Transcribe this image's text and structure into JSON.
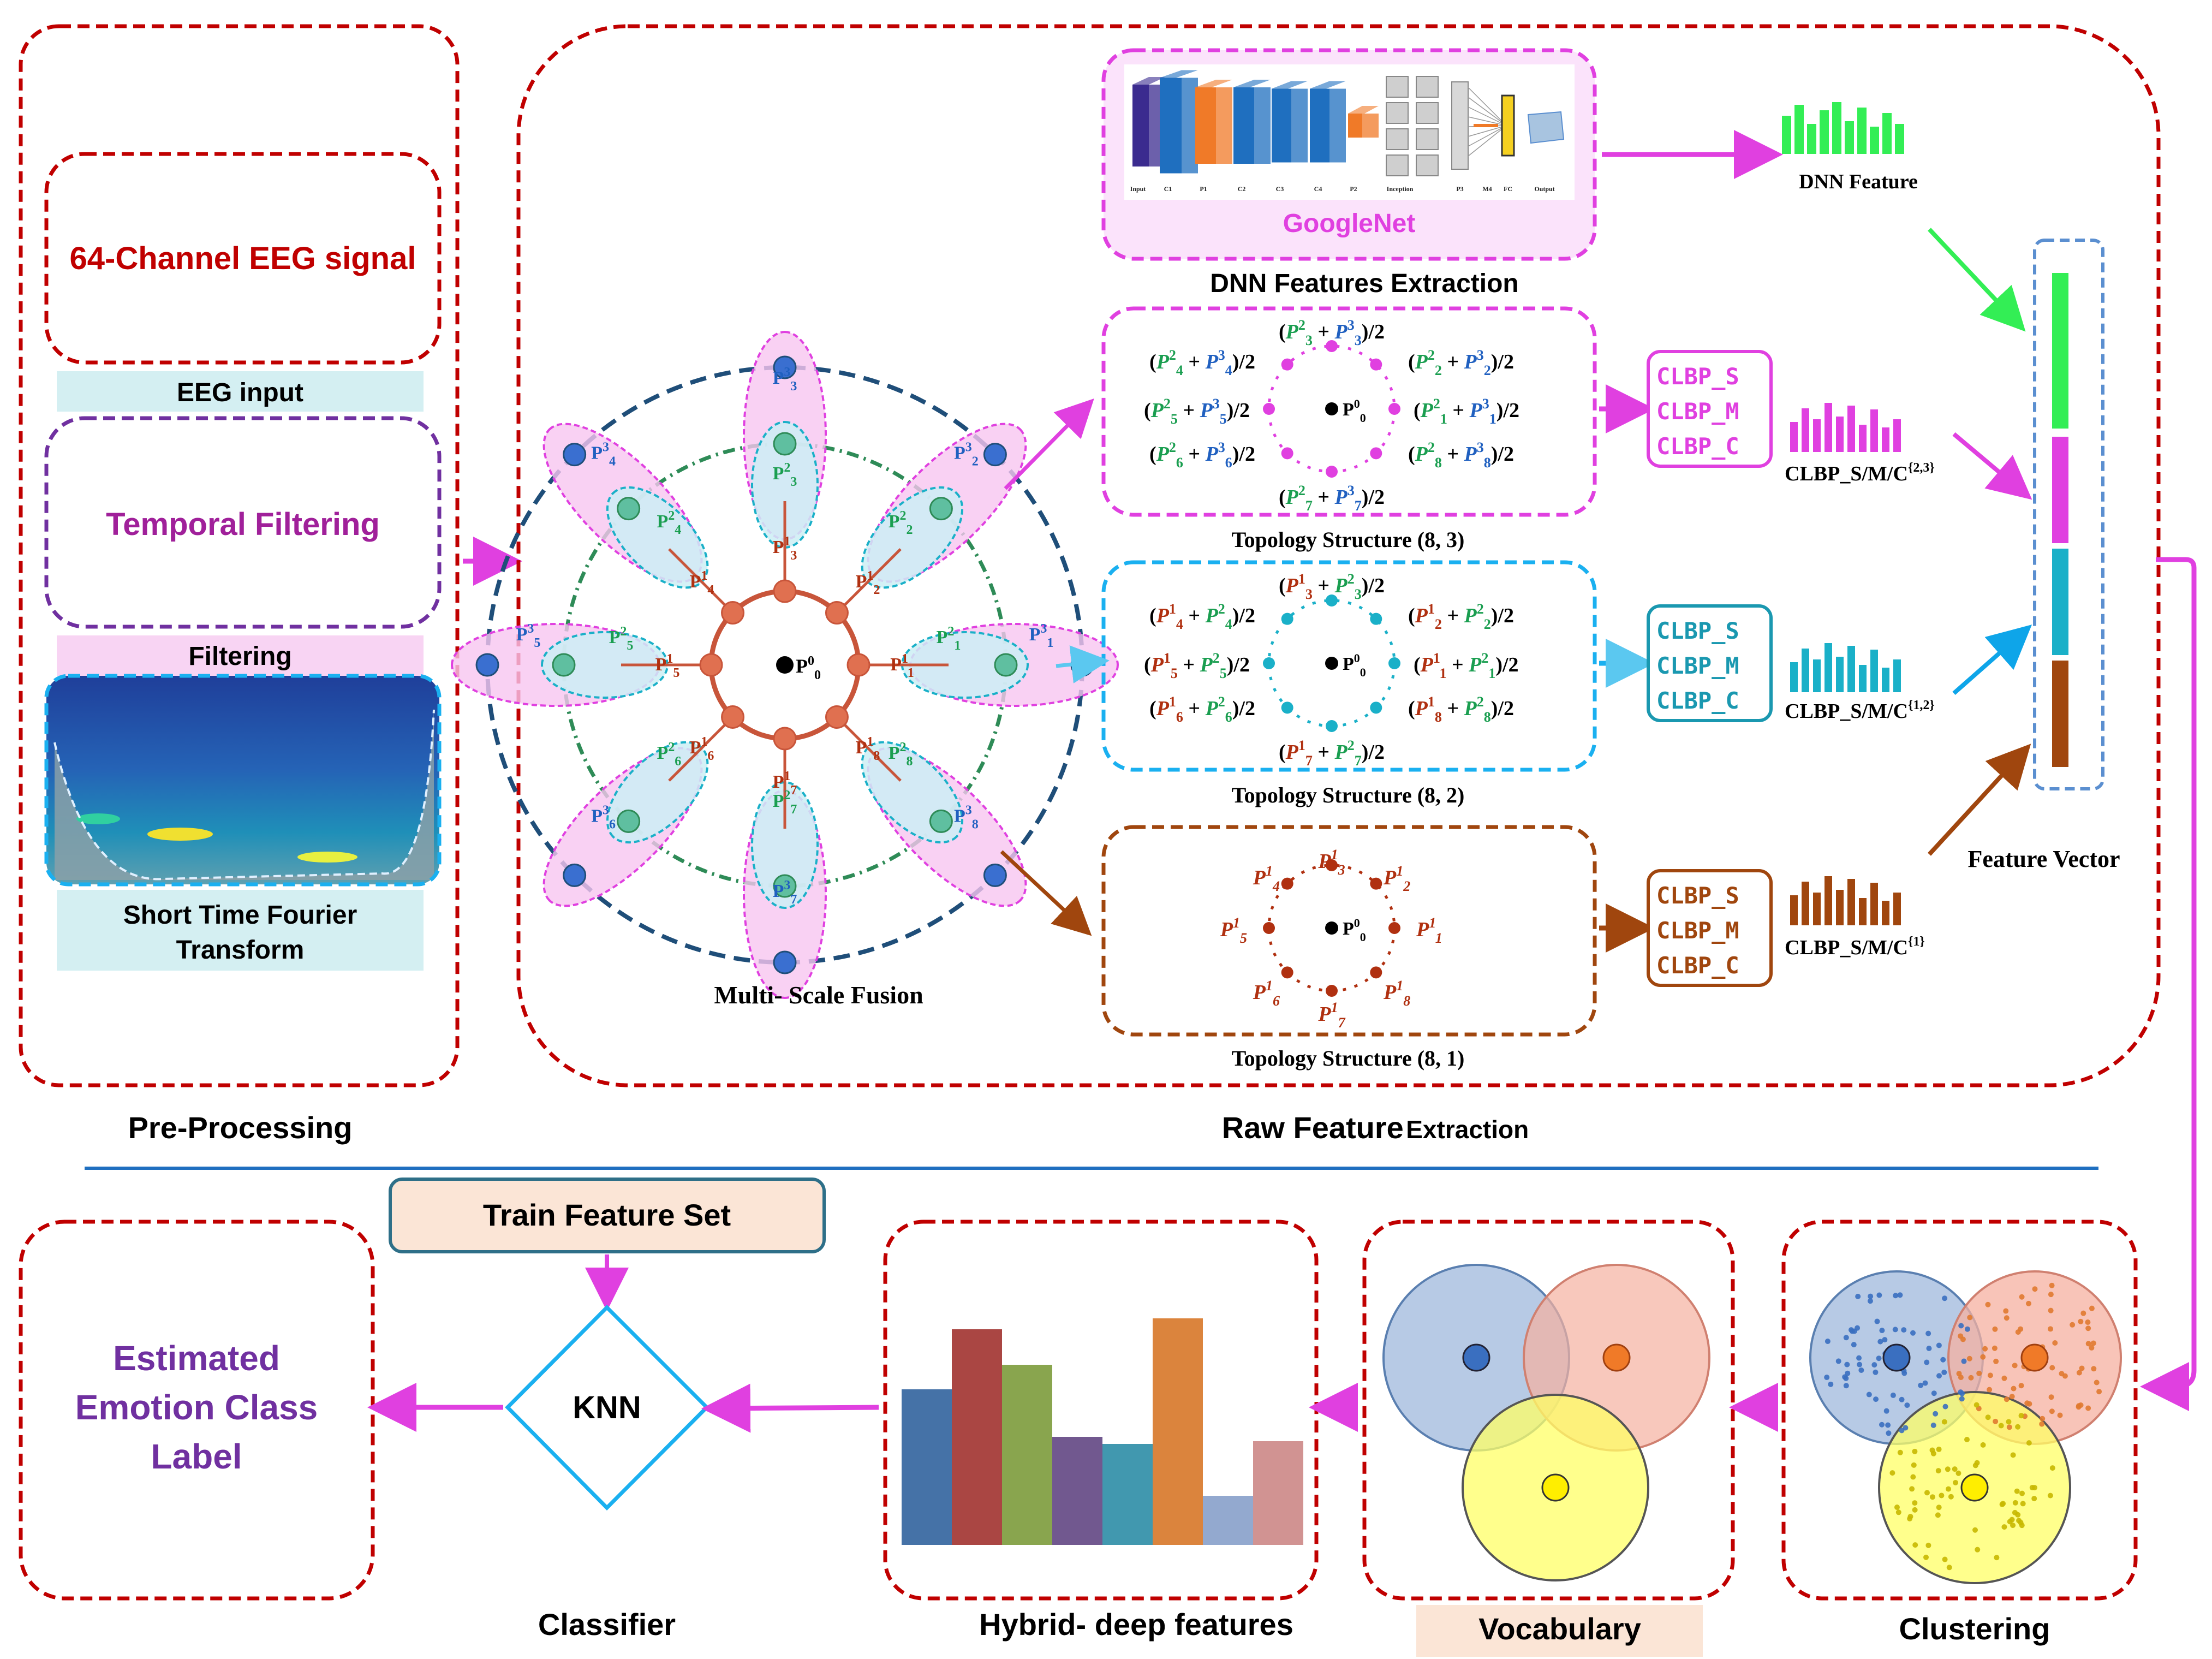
{
  "preprocessing": {
    "eeg_signal": "64-Channel EEG signal",
    "eeg_input": "EEG input",
    "temporal_filtering": "Temporal Filtering",
    "filtering": "Filtering",
    "stft_line1": "Short Time Fourier",
    "stft_line2": "Transform",
    "section_title": "Pre-Processing"
  },
  "raw_feature": {
    "section_title_a": "Raw Feature",
    "section_title_b": "Extraction",
    "multiscale_label": "Multi- Scale  Fusion",
    "googlenet": "GoogleNet",
    "dnn_extraction": "DNN Features Extraction",
    "dnn_feature": "DNN Feature",
    "cnn_layers": [
      "Input",
      "C1",
      "P1",
      "C2",
      "C3",
      "C4",
      "P2",
      "Inception",
      "P3",
      "M4",
      "FC",
      "Output"
    ],
    "center_point": "P0",
    "feature_vector": "Feature Vector",
    "clbp_labels": [
      "CLBP_S",
      "CLBP_M",
      "CLBP_C"
    ],
    "topologies": [
      {
        "title": "Topology Structure (8, 3)",
        "hist_label": "CLBP_S/M/C",
        "hist_sup": "{2,3}",
        "pairs": [
          {
            "a": "P",
            "a_sup": "2",
            "a_sub": "3",
            "b": "P",
            "b_sup": "3",
            "b_sub": "3",
            "div": ")/2"
          },
          {
            "a": "P",
            "a_sup": "2",
            "a_sub": "2",
            "b": "P",
            "b_sup": "3",
            "b_sub": "2",
            "div": ")/2"
          },
          {
            "a": "P",
            "a_sup": "2",
            "a_sub": "1",
            "b": "P",
            "b_sup": "3",
            "b_sub": "1",
            "div": ")/2"
          },
          {
            "a": "P",
            "a_sup": "2",
            "a_sub": "8",
            "b": "P",
            "b_sup": "3",
            "b_sub": "8",
            "div": ")/2"
          },
          {
            "a": "P",
            "a_sup": "2",
            "a_sub": "7",
            "b": "P",
            "b_sup": "3",
            "b_sub": "7",
            "div": ")/2"
          },
          {
            "a": "P",
            "a_sup": "2",
            "a_sub": "6",
            "b": "P",
            "b_sup": "3",
            "b_sub": "6",
            "div": ")/2"
          },
          {
            "a": "P",
            "a_sup": "2",
            "a_sub": "5",
            "b": "P",
            "b_sup": "3",
            "b_sub": "5",
            "div": ")/2"
          },
          {
            "a": "P",
            "a_sup": "2",
            "a_sub": "4",
            "b": "P",
            "b_sup": "3",
            "b_sub": "4",
            "div": ")/2"
          }
        ]
      },
      {
        "title": "Topology Structure (8, 2)",
        "hist_label": "CLBP_S/M/C",
        "hist_sup": "{1,2}",
        "pairs": [
          {
            "a": "P",
            "a_sup": "1",
            "a_sub": "3",
            "b": "P",
            "b_sup": "2",
            "b_sub": "3",
            "div": ")/2"
          },
          {
            "a": "P",
            "a_sup": "1",
            "a_sub": "2",
            "b": "P",
            "b_sup": "2",
            "b_sub": "2",
            "div": ")/2"
          },
          {
            "a": "P",
            "a_sup": "1",
            "a_sub": "1",
            "b": "P",
            "b_sup": "2",
            "b_sub": "1",
            "div": ")/2"
          },
          {
            "a": "P",
            "a_sup": "1",
            "a_sub": "8",
            "b": "P",
            "b_sup": "2",
            "b_sub": "8",
            "div": ")/2"
          },
          {
            "a": "P",
            "a_sup": "1",
            "a_sub": "7",
            "b": "P",
            "b_sup": "2",
            "b_sub": "7",
            "div": ")/2"
          },
          {
            "a": "P",
            "a_sup": "1",
            "a_sub": "6",
            "b": "P",
            "b_sup": "2",
            "b_sub": "6",
            "div": ")/2"
          },
          {
            "a": "P",
            "a_sup": "1",
            "a_sub": "5",
            "b": "P",
            "b_sup": "2",
            "b_sub": "5",
            "div": ")/2"
          },
          {
            "a": "P",
            "a_sup": "1",
            "a_sub": "4",
            "b": "P",
            "b_sup": "2",
            "b_sub": "4",
            "div": ")/2"
          }
        ]
      },
      {
        "title": "Topology Structure (8, 1)",
        "hist_label": "CLBP_S/M/C",
        "hist_sup": "{1}",
        "singles": [
          {
            "p": "P",
            "sup": "1",
            "sub": "3"
          },
          {
            "p": "P",
            "sup": "1",
            "sub": "2"
          },
          {
            "p": "P",
            "sup": "1",
            "sub": "1"
          },
          {
            "p": "P",
            "sup": "1",
            "sub": "8"
          },
          {
            "p": "P",
            "sup": "1",
            "sub": "7"
          },
          {
            "p": "P",
            "sup": "1",
            "sub": "6"
          },
          {
            "p": "P",
            "sup": "1",
            "sub": "5"
          },
          {
            "p": "P",
            "sup": "1",
            "sub": "4"
          }
        ]
      }
    ]
  },
  "bottom": {
    "train_feature_set": "Train Feature Set",
    "knn": "KNN",
    "estimated_line1": "Estimated",
    "estimated_line2": "Emotion Class",
    "estimated_line3": "Label",
    "classifier": "Classifier",
    "hybrid": "Hybrid- deep features",
    "vocabulary": "Vocabulary",
    "clustering": "Clustering"
  },
  "colors": {
    "dark_red": "#c00000",
    "magenta": "#e040e0",
    "cyan": "#1ab0d8",
    "brown": "#a0460e",
    "green": "#22c55e",
    "dark_blue": "#1f4e79",
    "purple": "#7030a0"
  }
}
